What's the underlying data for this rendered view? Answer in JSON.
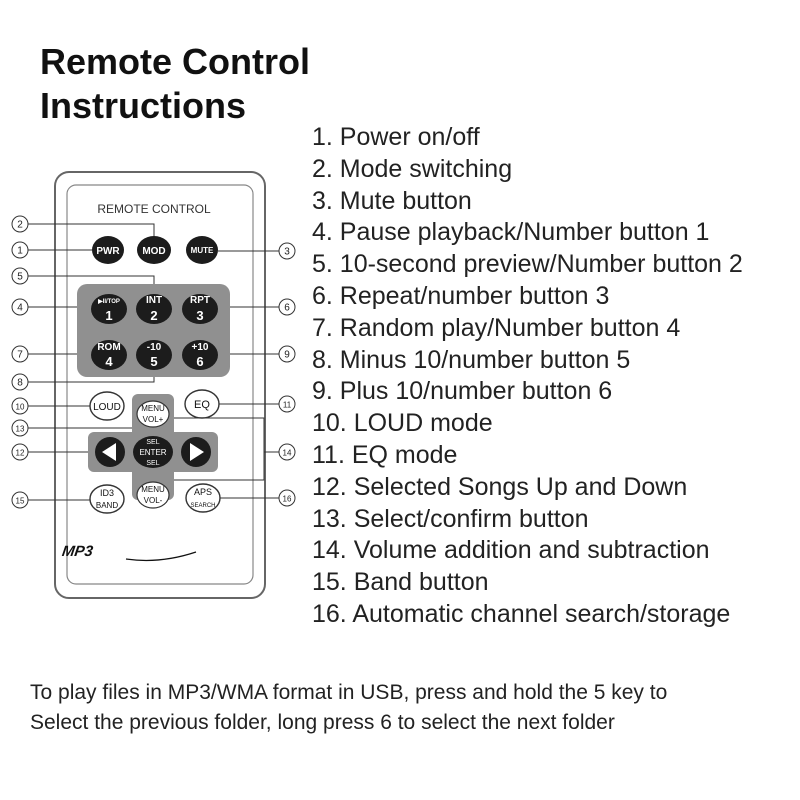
{
  "title": {
    "line1": "Remote Control",
    "line2": "Instructions"
  },
  "remote": {
    "header": "REMOTE CONTROL",
    "logo": "MP3",
    "buttons": {
      "pwr": "PWR",
      "mod": "MOD",
      "mute": "MUTE",
      "play_top": "▶II/TOP",
      "n1": "1",
      "int": "INT",
      "n2": "2",
      "rpt": "RPT",
      "n3": "3",
      "rom": "ROM",
      "n4": "4",
      "minus10": "-10",
      "n5": "5",
      "plus10": "+10",
      "n6": "6",
      "loud": "LOUD",
      "eq": "EQ",
      "menu_top": "MENU",
      "vol_plus": "VOL+",
      "sel_top": "SEL",
      "enter": "ENTER",
      "sel_bottom": "SEL",
      "menu_bottom": "MENU",
      "vol_minus": "VOL-",
      "id3": "ID3",
      "band": "BAND",
      "aps": "APS",
      "search": "SEARCH"
    },
    "callouts": [
      "1",
      "2",
      "3",
      "4",
      "5",
      "6",
      "7",
      "8",
      "9",
      "10",
      "11",
      "12",
      "13",
      "14",
      "15",
      "16"
    ]
  },
  "legend": [
    "1. Power on/off",
    "2. Mode switching",
    "3. Mute button",
    "4. Pause playback/Number button 1",
    "5. 10-second preview/Number button 2",
    "6. Repeat/number button 3",
    "7. Random play/Number button 4",
    "8. Minus 10/number button 5",
    "9. Plus 10/number button 6",
    "10. LOUD mode",
    "11. EQ mode",
    "12. Selected Songs Up and Down",
    "13. Select/confirm button",
    "14. Volume addition and subtraction",
    "15. Band button",
    "16. Automatic channel search/storage"
  ],
  "footer": {
    "line1": "To play files in MP3/WMA format in USB, press and hold the 5 key to",
    "line2": "Select the previous folder, long press 6 to select the next folder"
  }
}
